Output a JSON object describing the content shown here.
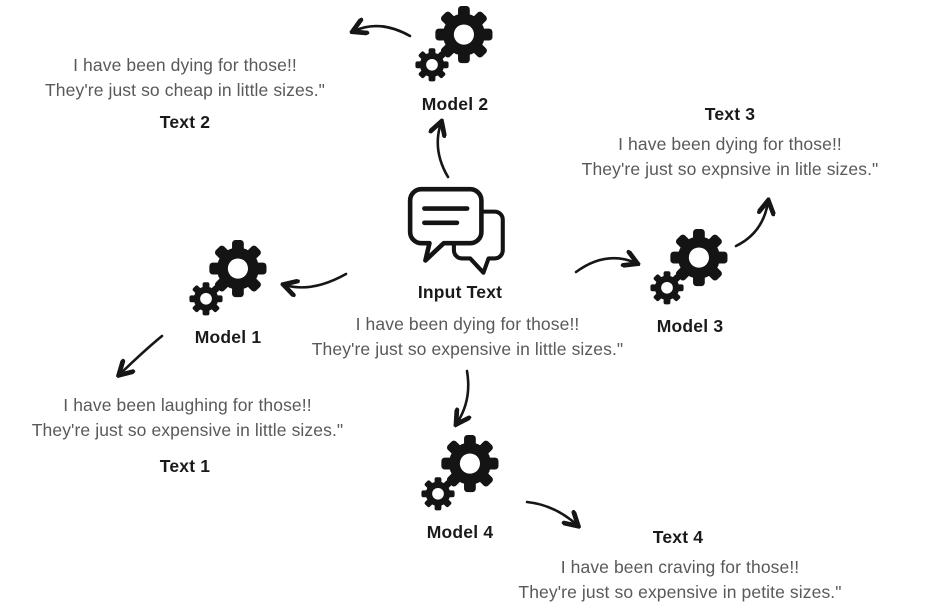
{
  "colors": {
    "ink": "#1a1a1a",
    "quote_gray": "#595959",
    "background": "#ffffff"
  },
  "center": {
    "icon": "chat-bubbles-icon",
    "label": "Input Text",
    "quote_line1": "I have been dying for those!!",
    "quote_line2": "They're just so expensive in little sizes.\""
  },
  "models": [
    {
      "icon": "gears-icon",
      "label": "Model 1"
    },
    {
      "icon": "gears-icon",
      "label": "Model 2"
    },
    {
      "icon": "gears-icon",
      "label": "Model 3"
    },
    {
      "icon": "gears-icon",
      "label": "Model 4"
    }
  ],
  "outputs": [
    {
      "label": "Text 1",
      "quote_line1": "I have been laughing for those!!",
      "quote_line2": "They're just so expensive in little sizes.\""
    },
    {
      "label": "Text 2",
      "quote_line1": "I have been dying for those!!",
      "quote_line2": "They're just so cheap in little sizes.\""
    },
    {
      "label": "Text 3",
      "quote_line1": "I have been dying for those!!",
      "quote_line2": "They're just so expnsive in litle sizes.\""
    },
    {
      "label": "Text 4",
      "quote_line1": "I have been craving for those!!",
      "quote_line2": "They're just so expensive in petite sizes.\""
    }
  ]
}
